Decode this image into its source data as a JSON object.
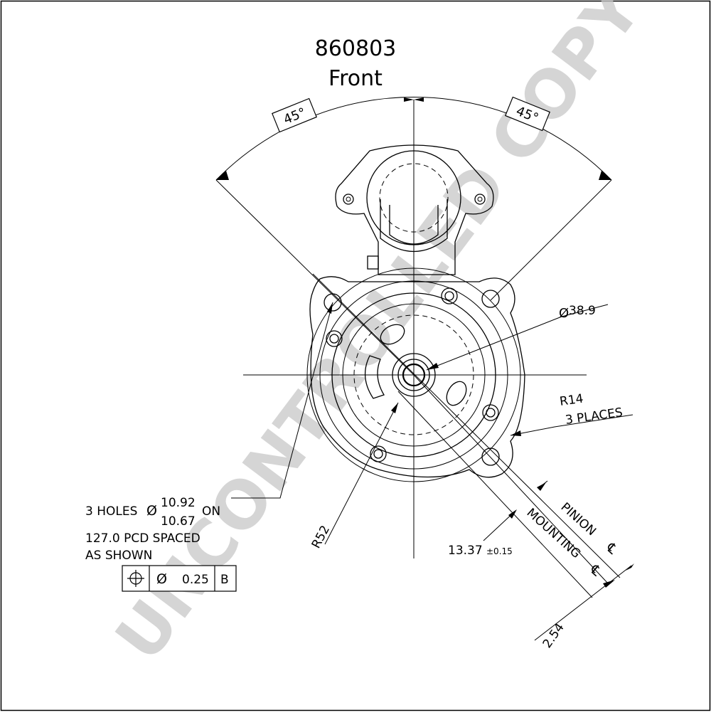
{
  "title": {
    "part_number": "860803",
    "view": "Front"
  },
  "watermark": "UNCONTROLLED COPY",
  "dimensions": {
    "angle_left": "45°",
    "angle_right": "45°",
    "bore_diameter": "38.9",
    "corner_radius": "R14",
    "corner_radius_count": "3 PLACES",
    "body_radius": "R52",
    "offset": "13.37",
    "offset_tolerance": "±0.15",
    "centerline_gap": "2.54",
    "pinion_label": "PINION",
    "mounting_label": "MOUNTING"
  },
  "hole_note": {
    "prefix": "3 HOLES",
    "upper_limit": "10.92",
    "lower_limit": "10.67",
    "suffix": "ON",
    "line2": "127.0 PCD SPACED",
    "line3": "AS SHOWN"
  },
  "tolerance_frame": {
    "symbol": "position",
    "zone": "0.25",
    "datum": "B"
  },
  "symbols": {
    "diameter": "Ø",
    "centerline": "℄"
  }
}
